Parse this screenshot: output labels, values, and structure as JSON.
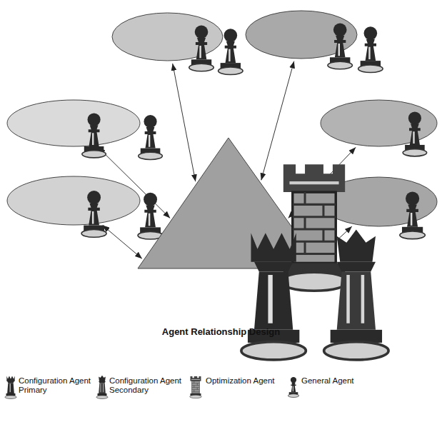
{
  "diagram": {
    "title": "Agent Relationship Design",
    "nodes": [
      {
        "text": []
      },
      {
        "text": []
      },
      {
        "text": []
      },
      {
        "text": []
      },
      {
        "text": []
      },
      {
        "text": []
      },
      {
        "text": []
      }
    ],
    "edges": [
      {
        "from": 0,
        "to": 6,
        "arrow": "both"
      },
      {
        "from": 1,
        "to": 6,
        "arrow": "both"
      },
      {
        "from": 2,
        "to": 6,
        "arrow": "both"
      },
      {
        "from": 3,
        "to": 6,
        "arrow": "both"
      },
      {
        "from": 4,
        "to": 6,
        "arrow": "both"
      },
      {
        "from": 5,
        "to": 6,
        "arrow": "both"
      }
    ],
    "legend": [
      {
        "text": "Configuration Agent Primary"
      },
      {
        "text": "Configuration Agent Secondary"
      },
      {
        "text": "Optimization Agent"
      },
      {
        "text": "General Agent"
      }
    ]
  }
}
